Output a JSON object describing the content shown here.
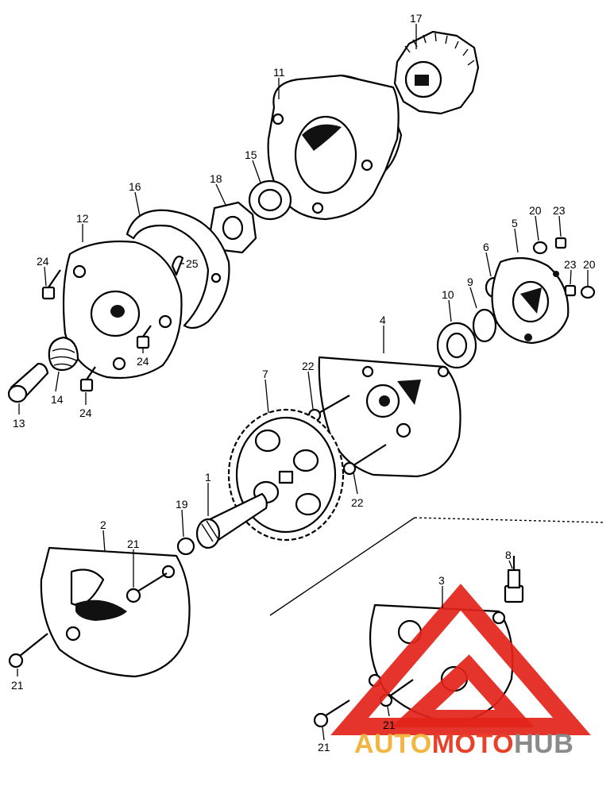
{
  "callouts": [
    {
      "id": "p1",
      "label": "1"
    },
    {
      "id": "p2",
      "label": "2"
    },
    {
      "id": "p3",
      "label": "3"
    },
    {
      "id": "p4",
      "label": "4"
    },
    {
      "id": "p5",
      "label": "5"
    },
    {
      "id": "p6",
      "label": "6"
    },
    {
      "id": "p7",
      "label": "7"
    },
    {
      "id": "p8",
      "label": "8"
    },
    {
      "id": "p9",
      "label": "9"
    },
    {
      "id": "p10",
      "label": "10"
    },
    {
      "id": "p11",
      "label": "11"
    },
    {
      "id": "p12",
      "label": "12"
    },
    {
      "id": "p13",
      "label": "13"
    },
    {
      "id": "p14",
      "label": "14"
    },
    {
      "id": "p15",
      "label": "15"
    },
    {
      "id": "p16",
      "label": "16"
    },
    {
      "id": "p17",
      "label": "17"
    },
    {
      "id": "p18",
      "label": "18"
    },
    {
      "id": "p19",
      "label": "19"
    },
    {
      "id": "p20a",
      "label": "20"
    },
    {
      "id": "p20b",
      "label": "20"
    },
    {
      "id": "p21a",
      "label": "21"
    },
    {
      "id": "p21b",
      "label": "21"
    },
    {
      "id": "p21c",
      "label": "21"
    },
    {
      "id": "p21d",
      "label": "21"
    },
    {
      "id": "p22a",
      "label": "22"
    },
    {
      "id": "p22b",
      "label": "22"
    },
    {
      "id": "p23a",
      "label": "23"
    },
    {
      "id": "p23b",
      "label": "23"
    },
    {
      "id": "p24a",
      "label": "24"
    },
    {
      "id": "p24b",
      "label": "24"
    },
    {
      "id": "p24c",
      "label": "24"
    },
    {
      "id": "p25",
      "label": "25"
    }
  ],
  "watermark": {
    "part1": "AUTO",
    "part2": "MOTO",
    "part3": "HUB",
    "colors": {
      "auto": "#f2b640",
      "moto": "#e9402a",
      "hub": "#8a8a8a",
      "triangle": "#e2231a"
    }
  }
}
